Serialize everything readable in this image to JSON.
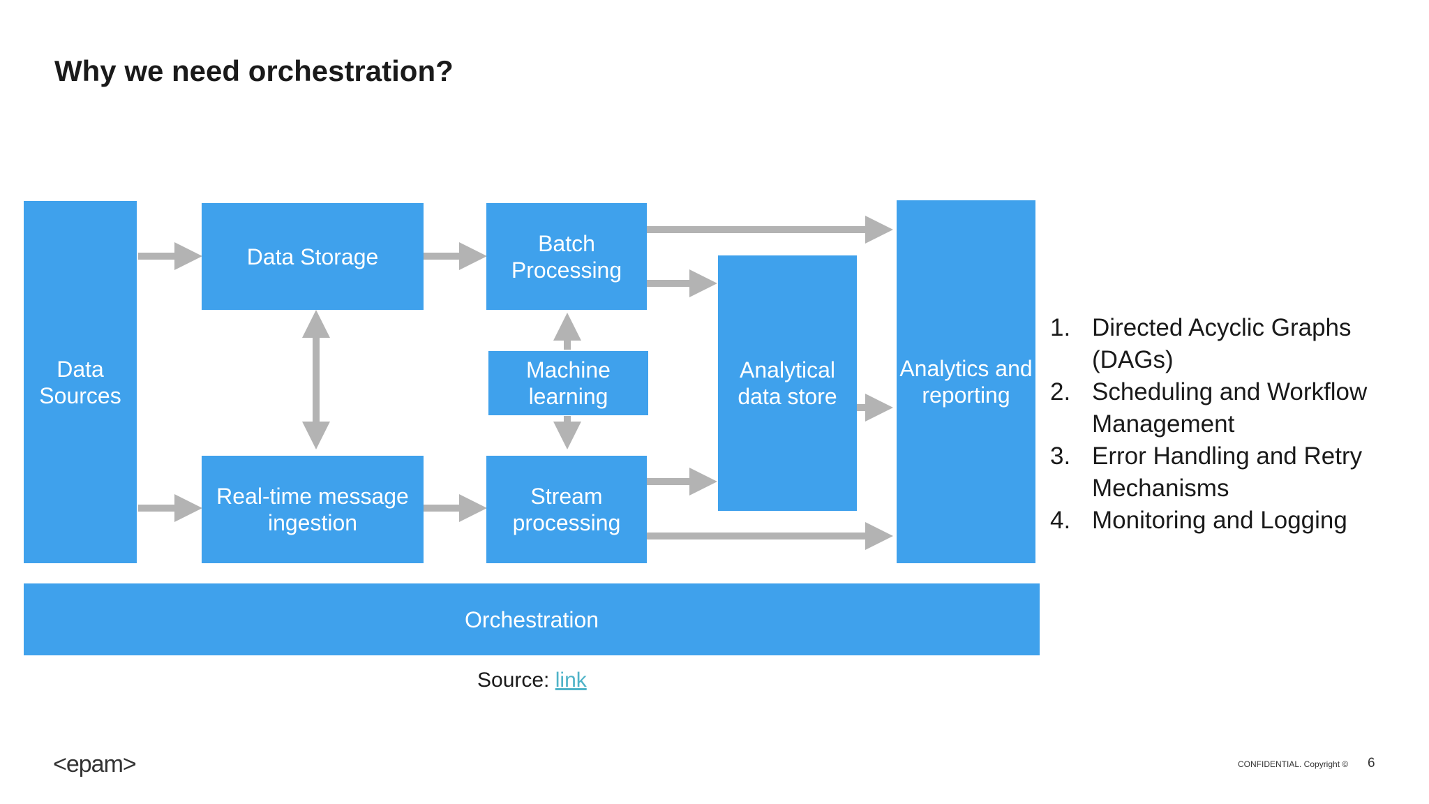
{
  "slide": {
    "title": "Why we need orchestration?",
    "page_number": "6",
    "confidential": "CONFIDENTIAL. Copyright ©",
    "logo": "<epam>"
  },
  "diagram": {
    "nodes": {
      "data_sources": "Data Sources",
      "data_storage": "Data Storage",
      "batch_processing": "Batch Processing",
      "machine_learning": "Machine learning",
      "realtime_ingestion": "Real-time message ingestion",
      "stream_processing": "Stream processing",
      "analytical_store": "Analytical data store",
      "analytics_reporting": "Analytics and reporting",
      "orchestration": "Orchestration"
    },
    "colors": {
      "box": "#3fa1ec",
      "arrow": "#b3b3b3"
    }
  },
  "list": [
    {
      "num": "1.",
      "text": "Directed Acyclic Graphs (DAGs)"
    },
    {
      "num": "2.",
      "text": "Scheduling and Workflow Management"
    },
    {
      "num": "3.",
      "text": "Error Handling and Retry Mechanisms"
    },
    {
      "num": "4.",
      "text": "Monitoring and Logging"
    }
  ],
  "source": {
    "label": "Source:",
    "link_text": "link"
  }
}
